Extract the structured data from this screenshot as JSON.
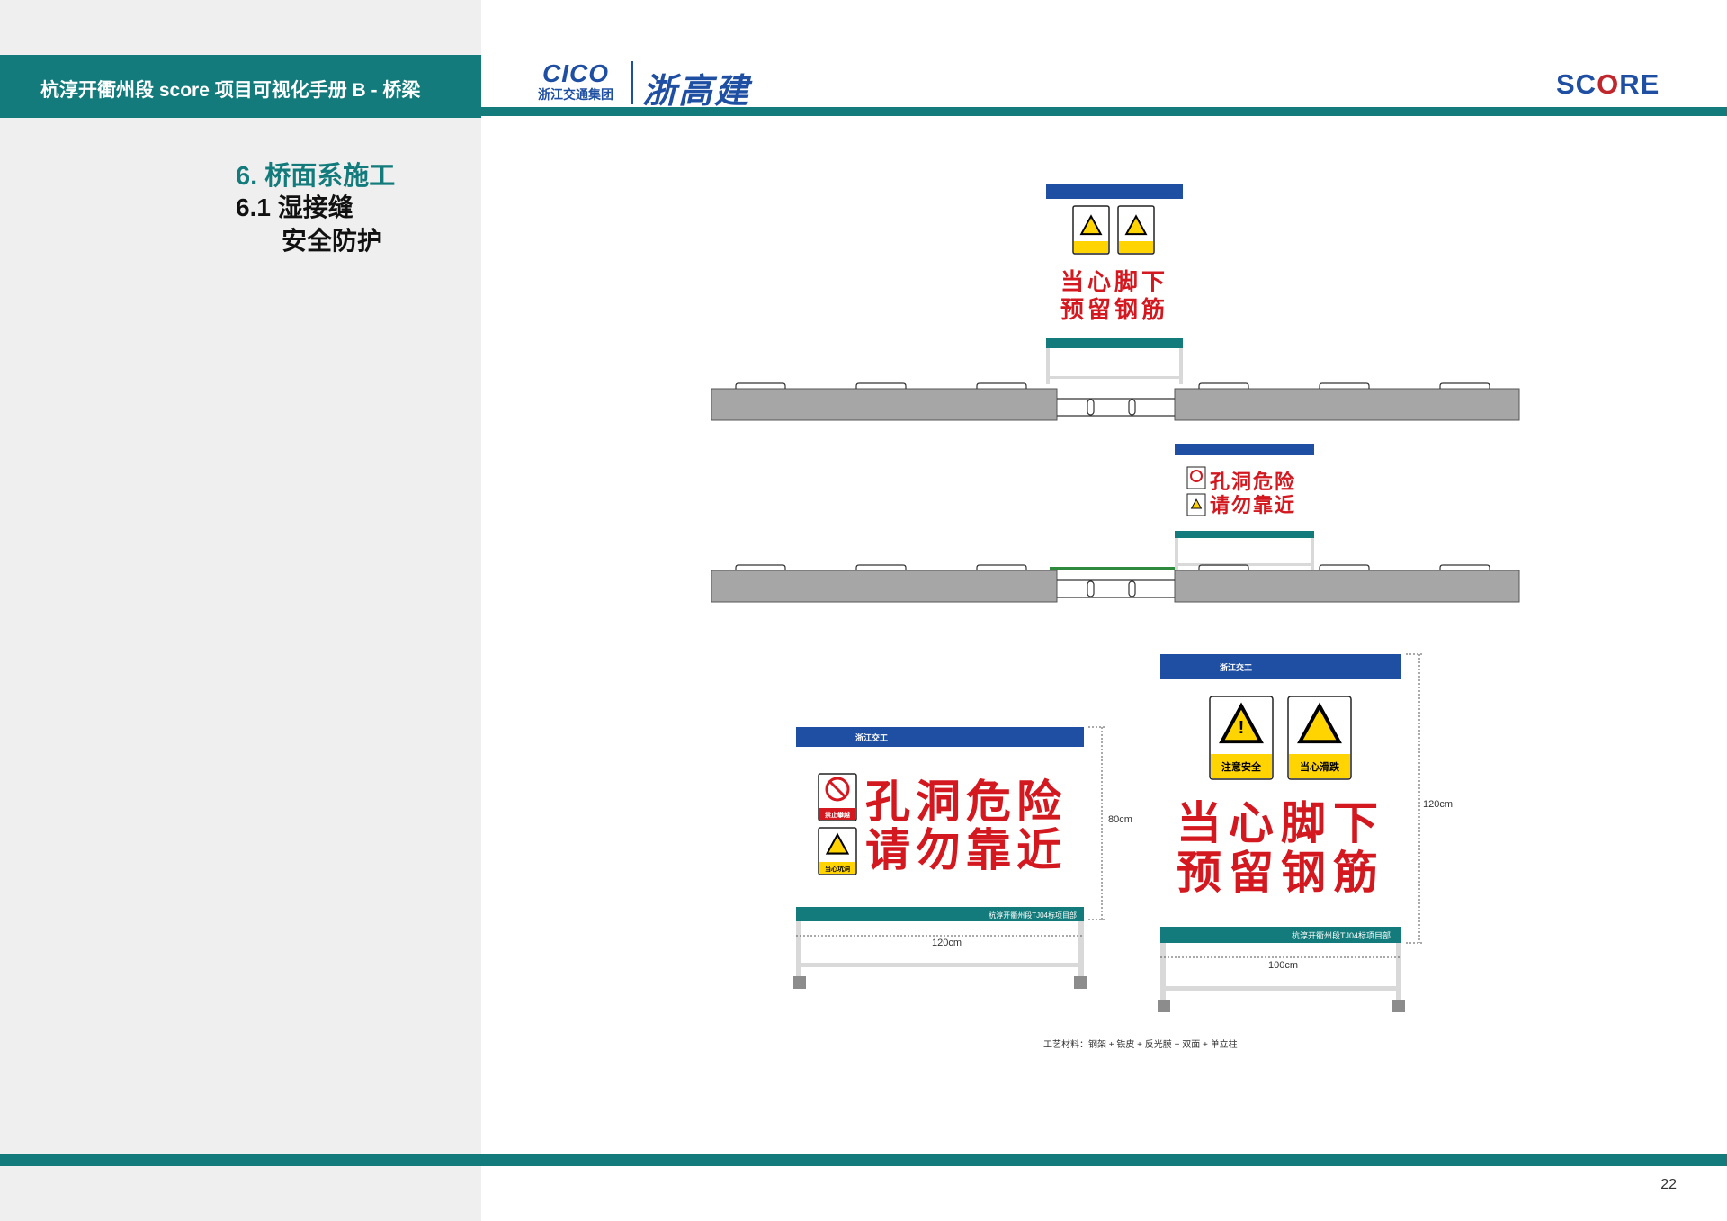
{
  "header": {
    "title": "杭淳开衢州段 score 项目可视化手册 B - 桥梁",
    "cico_top": "CICO",
    "cico_bottom": "浙江交通集团",
    "zgj": "浙高建",
    "score_pre": "SC",
    "score_o": "O",
    "score_post": "RE"
  },
  "section": {
    "title": "6. 桥面系施工",
    "subtitle": "6.1 湿接缝",
    "subtitle2": "安全防护"
  },
  "signs": {
    "sign_a_line1": "当心脚下",
    "sign_a_line2": "预留钢筋",
    "sign_b_line1": "孔洞危险",
    "sign_b_line2": "请勿靠近",
    "icon_caution": "注意安全",
    "icon_slip": "当心滑跌",
    "icon_noentry": "禁止攀越",
    "icon_fall": "当心坑洞",
    "footer_text": "杭淳开衢州段TJ04标项目部",
    "header_mini": "浙江交工"
  },
  "dimensions": {
    "b_height": "80cm",
    "b_width": "120cm",
    "a_height": "120cm",
    "a_width": "100cm"
  },
  "material": "工艺材料：钢架 + 铁皮 + 反光膜 + 双面 + 单立柱",
  "page_number": "22",
  "colors": {
    "teal": "#137b7b",
    "navy": "#1f4fa3",
    "red": "#d4181f",
    "gray_deck": "#a6a6a6",
    "warning_yellow": "#ffd400"
  }
}
